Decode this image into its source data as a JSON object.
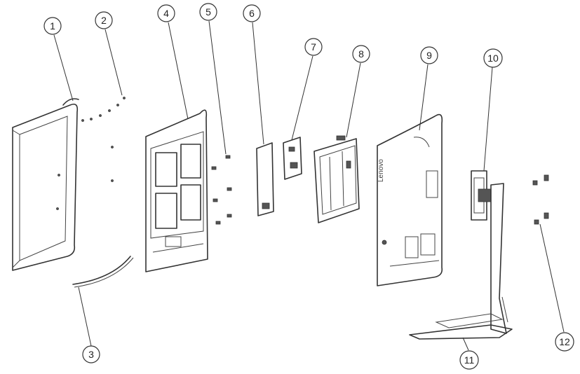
{
  "diagram": {
    "callouts": [
      "1",
      "2",
      "3",
      "4",
      "5",
      "6",
      "7",
      "8",
      "9",
      "10",
      "11",
      "12"
    ],
    "brand_mark": "Lenovo"
  },
  "colors": {
    "line": "#333333",
    "background": "#ffffff"
  }
}
